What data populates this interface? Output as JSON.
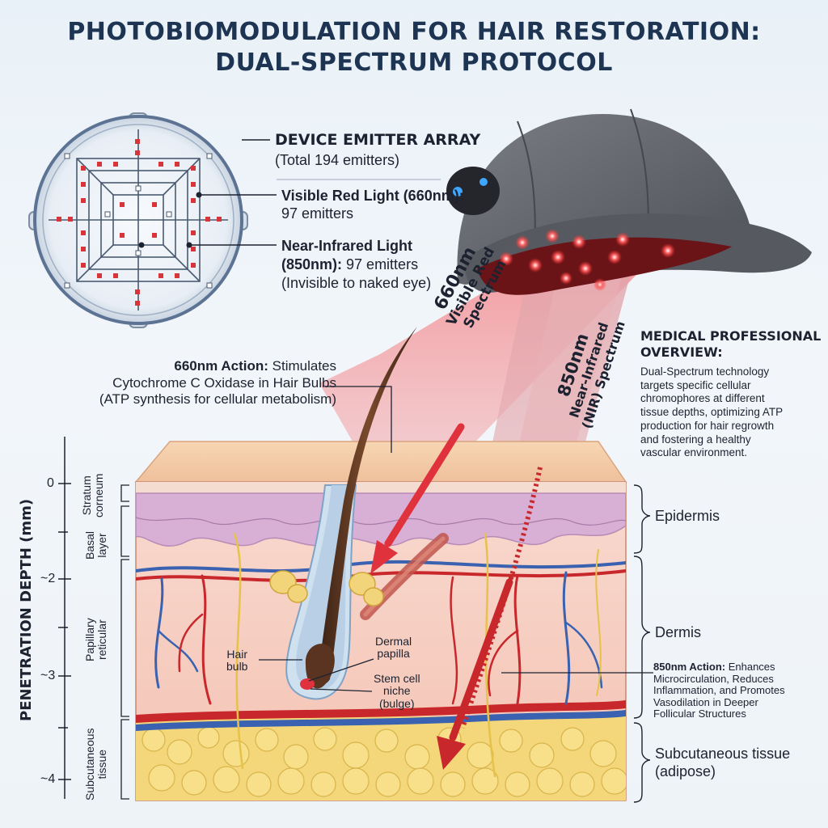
{
  "title": {
    "line1": "PHOTOBIOMODULATION FOR HAIR RESTORATION:",
    "line2": "DUAL-SPECTRUM PROTOCOL"
  },
  "emitter_array": {
    "heading": "DEVICE EMITTER ARRAY",
    "total": "(Total 194 emitters)",
    "red_label": "Visible Red Light (660nm):",
    "red_count": "97 emitters",
    "nir_label_a": "Near-Infrared Light",
    "nir_label_b": "(850nm):",
    "nir_count": "97 emitters",
    "nir_note": "(Invisible to naked eye)"
  },
  "beams": {
    "red_line1": "660nm",
    "red_line2": "Visible Red",
    "red_line3": "Spectrum",
    "nir_line1": "850nm",
    "nir_line2": "Near-Infrared",
    "nir_line3": "(NIR) Spectrum"
  },
  "action_660": {
    "bold": "660nm Action:",
    "line1": " Stimulates",
    "line2": "Cytochrome C Oxidase in Hair Bulbs",
    "line3": "(ATP synthesis for cellular metabolism)"
  },
  "overview": {
    "heading1": "MEDICAL PROFESSIONAL",
    "heading2": "OVERVIEW:",
    "lines": [
      "Dual-Spectrum technology",
      "targets specific cellular",
      "chromophores at different",
      "tissue depths, optimizing ATP",
      "production for hair regrowth",
      "and fostering a healthy",
      "vascular environment."
    ]
  },
  "axis": {
    "label": "PENETRATION DEPTH (mm)",
    "ticks": [
      "0",
      "~2",
      "~3",
      "~4"
    ]
  },
  "left_layers": {
    "stratum_a": "Stratum",
    "stratum_b": "corneum",
    "basal_a": "Basal",
    "basal_b": "layer",
    "papillary_a": "Papillary",
    "papillary_b": "reticular",
    "subcut_a": "Subcutaneous",
    "subcut_b": "tissue"
  },
  "right_layers": {
    "epidermis": "Epidermis",
    "dermis": "Dermis",
    "subcut_line1": "Subcutaneous tissue",
    "subcut_line2": "(adipose)"
  },
  "anatomy": {
    "hair_a": "Hair",
    "hair_b": "bulb",
    "papilla_a": "Dermal",
    "papilla_b": "papilla",
    "stem_a": "Stem cell",
    "stem_b": "niche",
    "stem_c": "(bulge)"
  },
  "action_850": {
    "bold": "850nm Action:",
    "line1": " Enhances",
    "line2": "Microcirculation, Reduces",
    "line3": "Inflammation, and Promotes",
    "line4": "Vasodilation in Deeper",
    "line5": "Follicular Structures"
  },
  "colors": {
    "red_beam": "#e0323c",
    "nir_beam": "#c9818a",
    "title": "#1d3452",
    "skin": "#f3b9a6",
    "fat": "#f2d36a",
    "artery": "#c8282c",
    "vein": "#3a62b0",
    "nerve": "#e6c24a",
    "cap": "#5c5f66"
  }
}
